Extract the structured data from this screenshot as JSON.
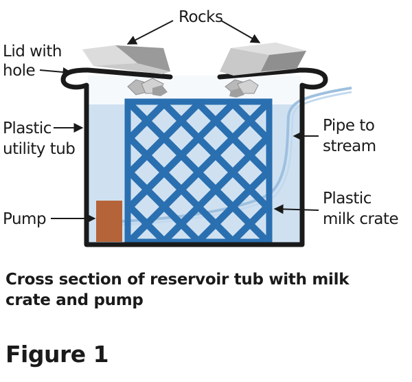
{
  "labels": {
    "rocks": "Rocks",
    "lid_line1": "Lid with",
    "lid_line2": "hole",
    "tub_line1": "Plastic",
    "tub_line2": "utility tub",
    "pipe_line1": "Pipe to",
    "pipe_line2": "stream",
    "crate_line1": "Plastic",
    "crate_line2": "milk crate",
    "pump": "Pump"
  },
  "caption": "Cross section of reservoir tub with milk crate and pump",
  "figure_number": "Figure 1",
  "colors": {
    "water": "#cfe1f1",
    "crate": "#2a6fb0",
    "pump": "#b5643a",
    "tub_outline": "#1a1a1a",
    "rock_light": "#c8c8c8",
    "rock_dark": "#8c8c8c",
    "pipe": "#a9c9e4"
  }
}
